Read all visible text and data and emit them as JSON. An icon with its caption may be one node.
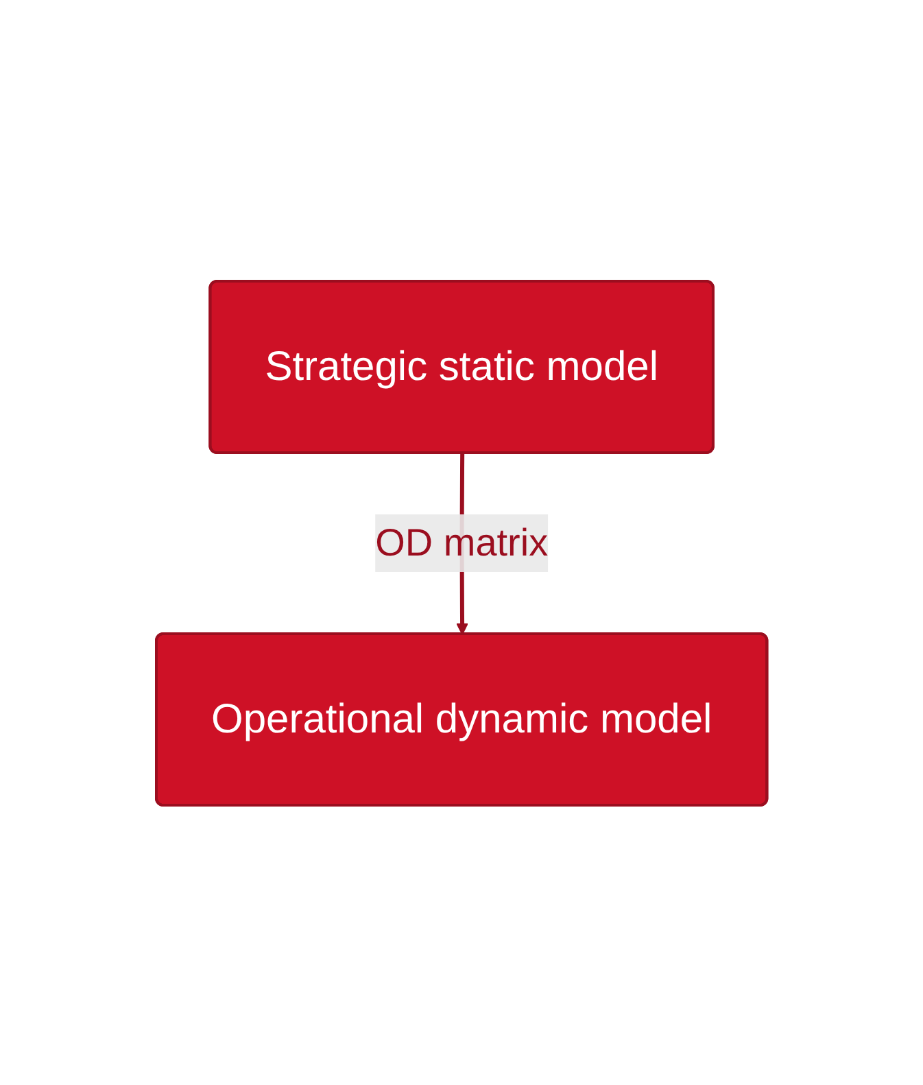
{
  "diagram": {
    "nodes": [
      {
        "text": [
          "Strategic static model"
        ]
      },
      {
        "text": [
          "Operational dynamic model"
        ]
      }
    ],
    "edges": [
      {
        "from": 0,
        "to": 1,
        "arrow": "to",
        "label": "OD matrix"
      }
    ]
  }
}
